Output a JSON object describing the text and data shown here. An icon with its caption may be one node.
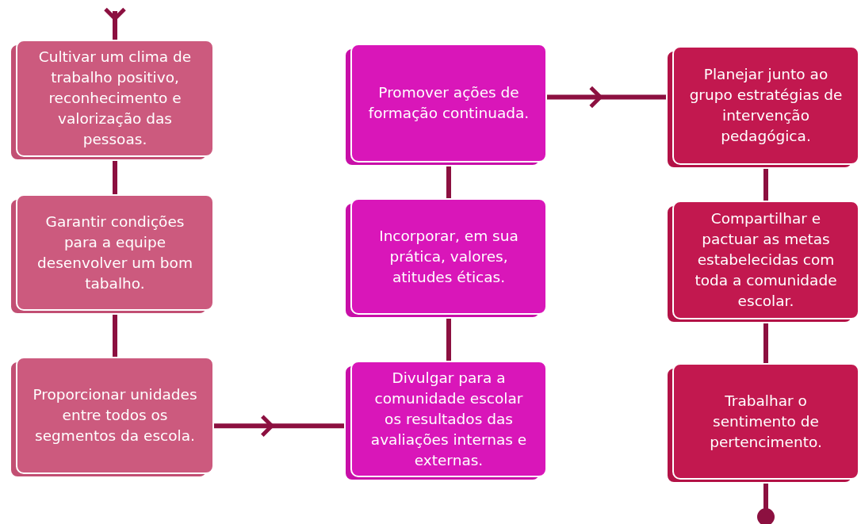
{
  "diagram": {
    "nodes": [
      {
        "text": [
          "Cultivar um clima de trabalho positivo, reconhecimento e valorização das pessoas."
        ]
      },
      {
        "text": [
          "Garantir condições para a equipe desenvolver um bom tabalho."
        ]
      },
      {
        "text": [
          "Proporcionar unidades entre todos os segmentos da escola."
        ]
      },
      {
        "text": [
          "Promover ações de formação continuada."
        ]
      },
      {
        "text": [
          "Incorporar, em sua prática, valores, atitudes éticas."
        ]
      },
      {
        "text": [
          "Divulgar para a comunidade escolar os resultados das avaliações internas e externas."
        ]
      },
      {
        "text": [
          "Planejar junto ao grupo estratégias de intervenção pedagógica."
        ]
      },
      {
        "text": [
          "Compartilhar e pactuar as metas estabelecidas com toda a comunidade escolar."
        ]
      },
      {
        "text": [
          "Trabalhar o sentimento de pertencimento."
        ]
      }
    ],
    "edges": [
      {
        "from": null,
        "to": 0,
        "arrow": "to"
      },
      {
        "from": 0,
        "to": 1,
        "arrow": "none"
      },
      {
        "from": 1,
        "to": 2,
        "arrow": "none"
      },
      {
        "from": 2,
        "to": 5,
        "arrow": "to"
      },
      {
        "from": 5,
        "to": 4,
        "arrow": "none"
      },
      {
        "from": 4,
        "to": 3,
        "arrow": "none"
      },
      {
        "from": 3,
        "to": 6,
        "arrow": "to"
      },
      {
        "from": 6,
        "to": 7,
        "arrow": "none"
      },
      {
        "from": 7,
        "to": 8,
        "arrow": "none"
      },
      {
        "from": 8,
        "to": null,
        "arrow": "other"
      }
    ]
  }
}
